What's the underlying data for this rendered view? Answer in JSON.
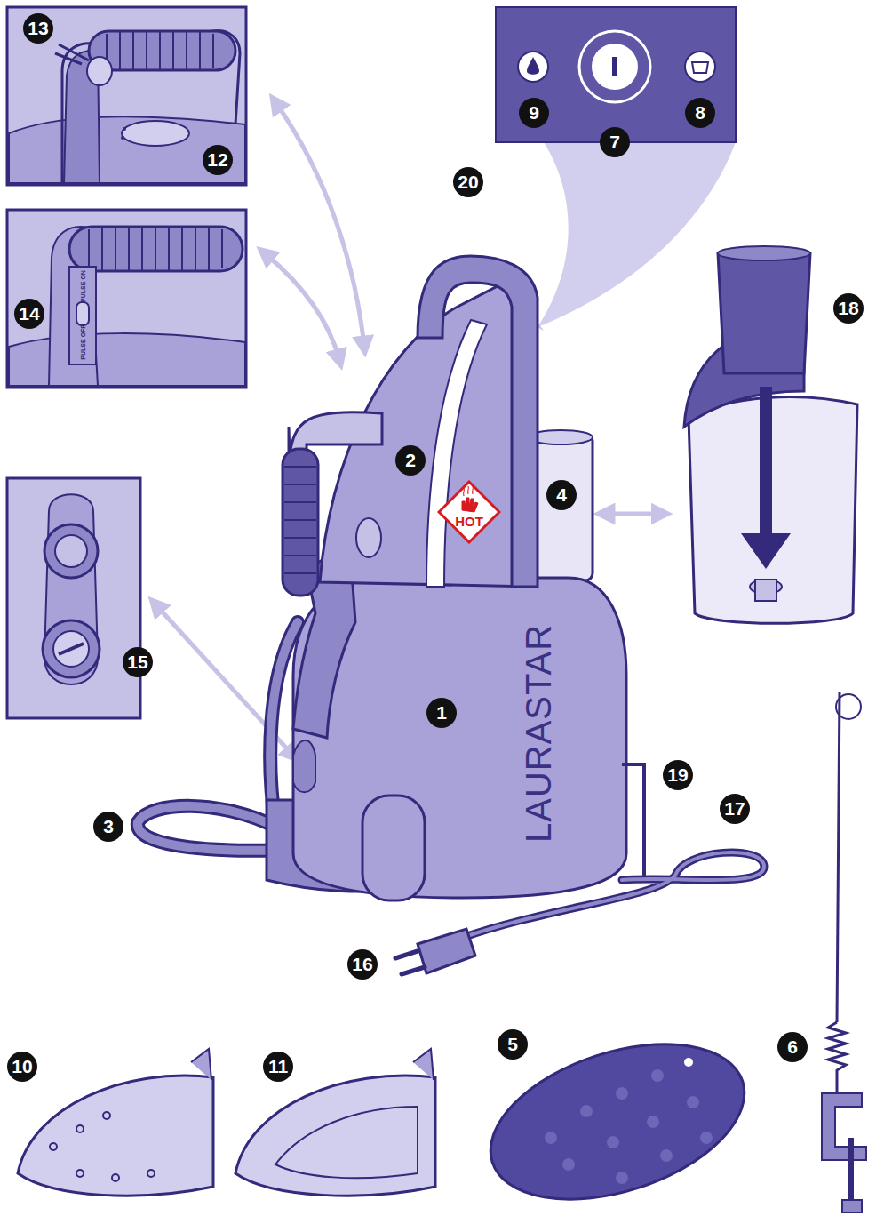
{
  "diagram": {
    "nodes": [
      {
        "text": [
          "HOT"
        ]
      }
    ],
    "labels": [
      "13",
      "12",
      "9",
      "7",
      "8",
      "20",
      "14",
      "18",
      "2",
      "4",
      "15",
      "1",
      "LAURASTAR",
      "19",
      "17",
      "3",
      "16",
      "10",
      "11",
      "5",
      "6",
      "PULSE ON",
      "PULSE OFF"
    ]
  }
}
